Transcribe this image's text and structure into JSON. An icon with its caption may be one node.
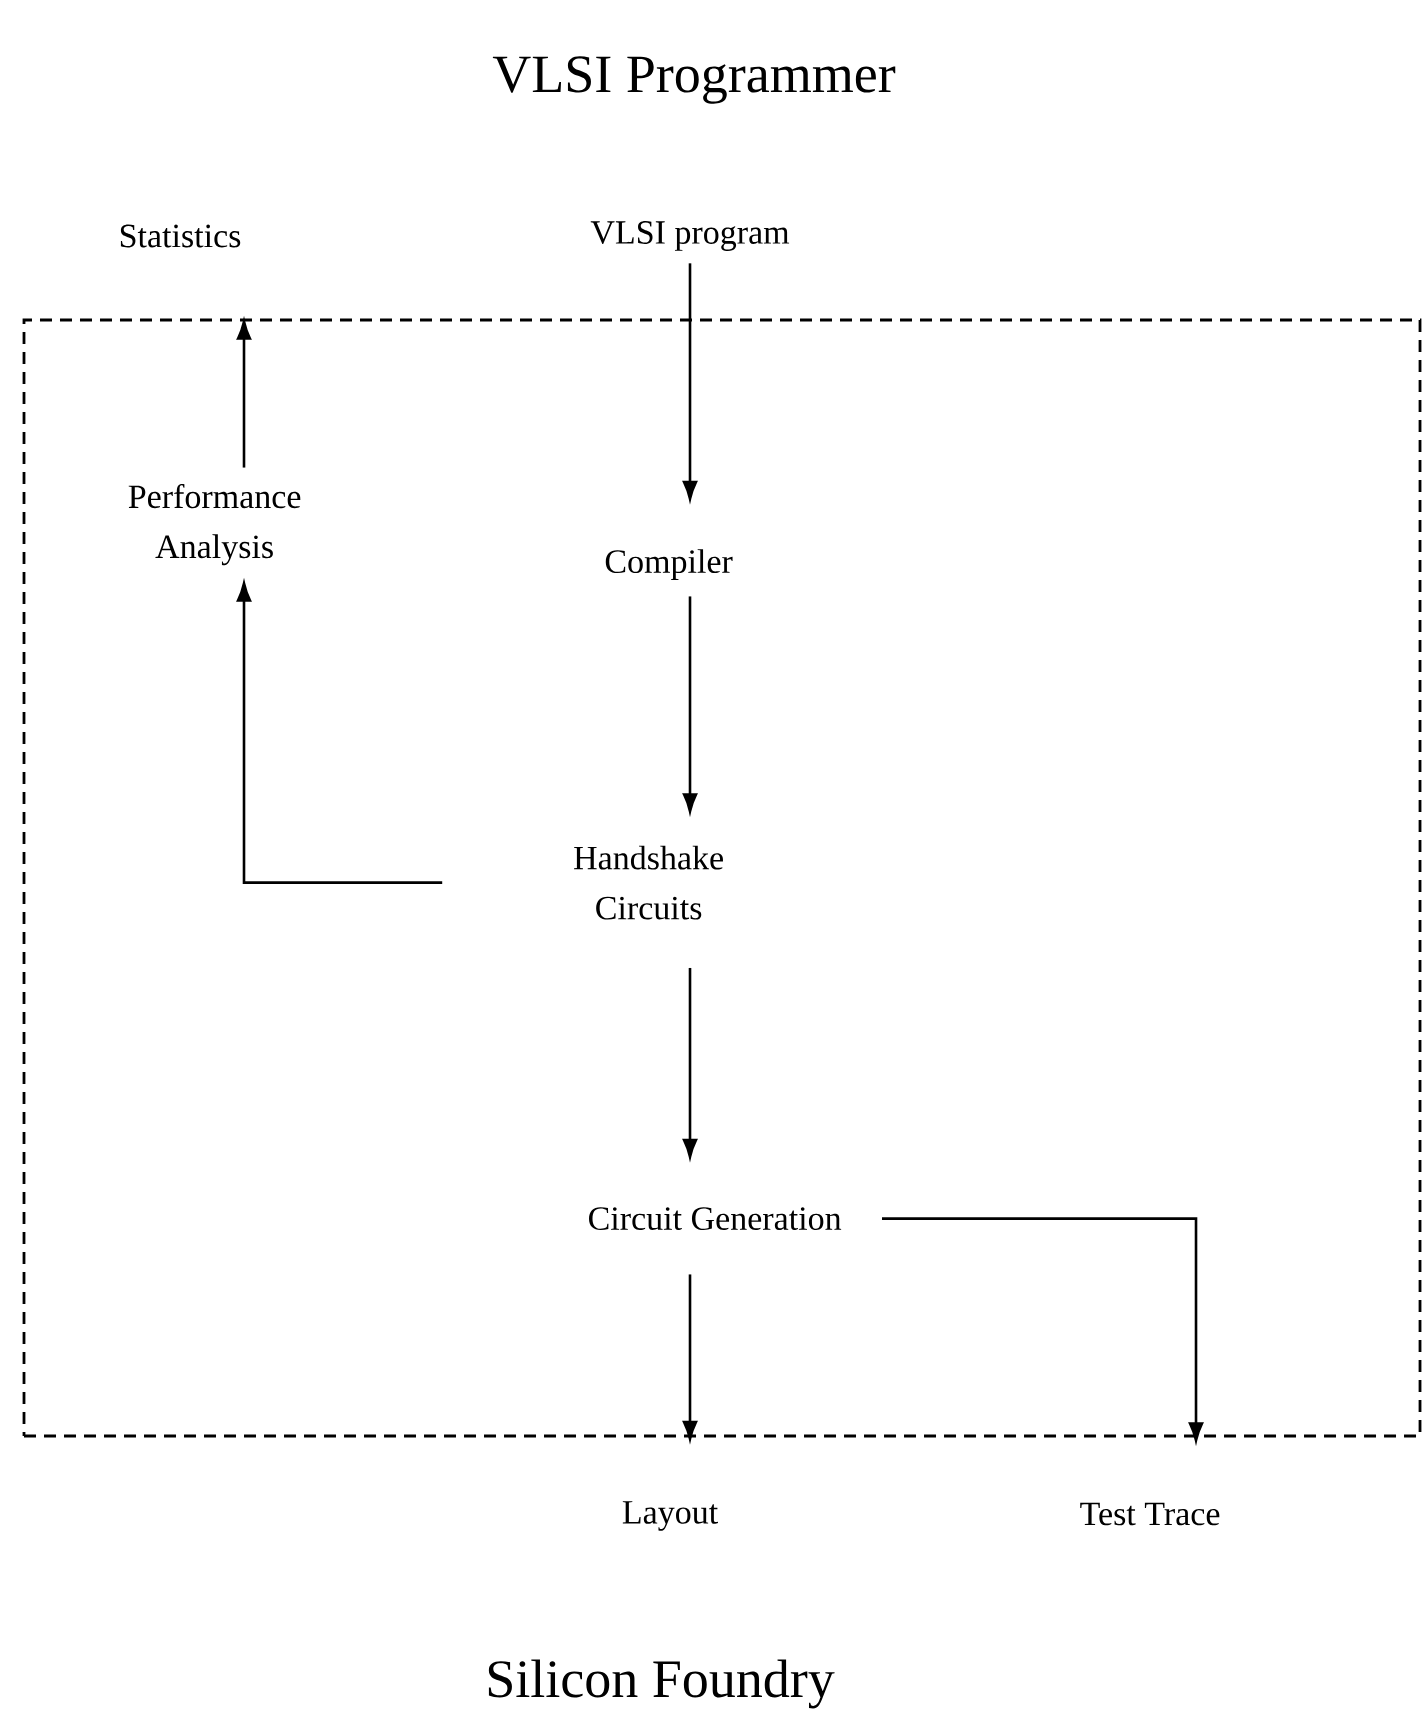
{
  "diagram": {
    "nodes": [
      {
        "text": [],
        "shape": "box"
      },
      {
        "text": [
          "Statistics"
        ]
      },
      {
        "text": [
          "VLSI program"
        ]
      },
      {
        "text": [
          "Performance Analysis"
        ],
        "in": 0
      },
      {
        "text": [
          "Compiler"
        ],
        "in": 0
      },
      {
        "text": [
          "Handshake Circuits"
        ],
        "in": 0
      },
      {
        "text": [
          "Circuit Generation"
        ],
        "in": 0
      },
      {
        "text": [
          "Layout"
        ]
      },
      {
        "text": [
          "Test Trace"
        ]
      }
    ],
    "edges": [
      {
        "from": 2,
        "to": 4,
        "arrow": "to"
      },
      {
        "from": 4,
        "to": 5,
        "arrow": "to"
      },
      {
        "from": 5,
        "to": 3,
        "arrow": "to"
      },
      {
        "from": 3,
        "to": 1,
        "arrow": "to"
      },
      {
        "from": 5,
        "to": 6,
        "arrow": "to"
      },
      {
        "from": 6,
        "to": 7,
        "arrow": "to"
      },
      {
        "from": 6,
        "to": 8,
        "arrow": "to"
      }
    ],
    "labels": [
      "VLSI Programmer",
      "Silicon Foundry"
    ]
  }
}
